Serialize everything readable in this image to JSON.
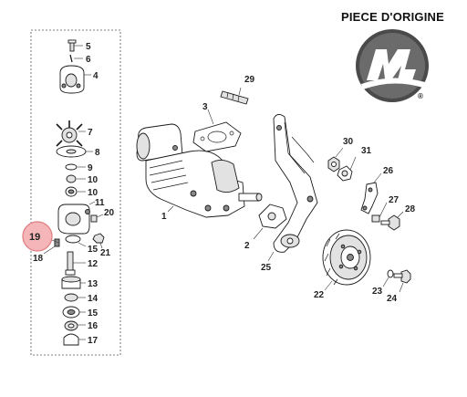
{
  "header": {
    "title": "PIECE D'ORIGINE"
  },
  "brand": {
    "logo": "mercury-m-logo",
    "trademark": "®"
  },
  "highlight": {
    "label": "19",
    "color": "#f4b6b8",
    "border": "#e07c80"
  },
  "callouts": {
    "c1": "1",
    "c2": "2",
    "c3": "3",
    "c4": "4",
    "c5": "5",
    "c6": "6",
    "c7": "7",
    "c8": "8",
    "c9": "9",
    "c10a": "10",
    "c10b": "10",
    "c11": "11",
    "c12": "12",
    "c13": "13",
    "c14": "14",
    "c15a": "15",
    "c15b": "15",
    "c16": "16",
    "c17": "17",
    "c18": "18",
    "c20": "20",
    "c21": "21",
    "c22": "22",
    "c23": "23",
    "c24": "24",
    "c25": "25",
    "c26": "26",
    "c27": "27",
    "c28": "28",
    "c29": "29",
    "c30": "30",
    "c31": "31"
  }
}
